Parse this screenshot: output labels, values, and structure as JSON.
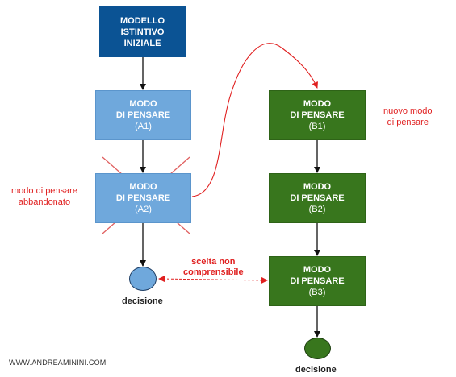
{
  "nodes": {
    "initial": {
      "line1": "MODELLO",
      "line2": "ISTINTIVO",
      "line3": "INIZIALE",
      "color": "#0b5394"
    },
    "a1": {
      "line1": "MODO",
      "line2": "DI PENSARE",
      "line3": "(A1)",
      "color": "#6fa8dc"
    },
    "a2": {
      "line1": "MODO",
      "line2": "DI PENSARE",
      "line3": "(A2)",
      "color": "#6fa8dc",
      "crossed_out": true
    },
    "b1": {
      "line1": "MODO",
      "line2": "DI PENSARE",
      "line3": "(B1)",
      "color": "#38761d"
    },
    "b2": {
      "line1": "MODO",
      "line2": "DI PENSARE",
      "line3": "(B2)",
      "color": "#38761d"
    },
    "b3": {
      "line1": "MODO",
      "line2": "DI PENSARE",
      "line3": "(B3)",
      "color": "#38761d"
    }
  },
  "decisions": {
    "left": {
      "label": "decisione",
      "color": "#6fa8dc"
    },
    "right": {
      "label": "decisione",
      "color": "#38761d"
    }
  },
  "annotations": {
    "abandoned": {
      "line1": "modo di pensare",
      "line2": "abbandonato"
    },
    "new_way": {
      "line1": "nuovo modo",
      "line2": "di pensare"
    },
    "unclear_choice": {
      "line1": "scelta non",
      "line2": "comprensibile"
    }
  },
  "watermark": "WWW.ANDREAMININI.COM",
  "colors": {
    "arrow": "#111111",
    "annotation": "#e02020",
    "cross": "#e06060"
  }
}
